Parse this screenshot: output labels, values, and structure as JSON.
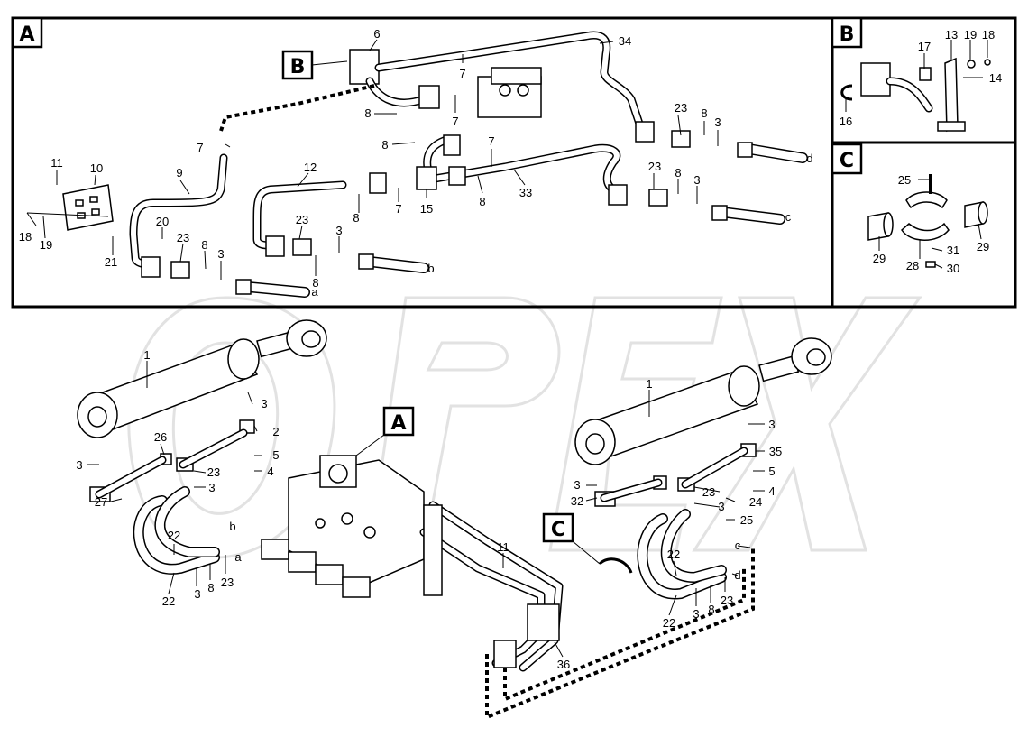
{
  "panels": {
    "A": "A",
    "B": "B",
    "C": "C"
  },
  "watermark": "OPEX",
  "callouts": {
    "main_A": "A",
    "main_B": "B",
    "main_C": "C"
  },
  "labels": {
    "A": [
      {
        "id": "a6",
        "text": "6"
      },
      {
        "id": "a34",
        "text": "34"
      },
      {
        "id": "a7_top",
        "text": "7"
      },
      {
        "id": "a7_b",
        "text": "7"
      },
      {
        "id": "a8_a",
        "text": "8"
      },
      {
        "id": "a7_c",
        "text": "7"
      },
      {
        "id": "a8_b",
        "text": "8"
      },
      {
        "id": "a7_d",
        "text": "7"
      },
      {
        "id": "a23_a",
        "text": "23"
      },
      {
        "id": "a8_c",
        "text": "8"
      },
      {
        "id": "a3_a",
        "text": "3"
      },
      {
        "id": "a_d",
        "text": "d"
      },
      {
        "id": "a11",
        "text": "11"
      },
      {
        "id": "a10",
        "text": "10"
      },
      {
        "id": "a9",
        "text": "9"
      },
      {
        "id": "a12",
        "text": "12"
      },
      {
        "id": "a33",
        "text": "33"
      },
      {
        "id": "a8_d",
        "text": "8"
      },
      {
        "id": "a15",
        "text": "15"
      },
      {
        "id": "a7_e",
        "text": "7"
      },
      {
        "id": "a8_e",
        "text": "8"
      },
      {
        "id": "a23_b",
        "text": "23"
      },
      {
        "id": "a8_f",
        "text": "8"
      },
      {
        "id": "a3_b",
        "text": "3"
      },
      {
        "id": "a_c",
        "text": "c"
      },
      {
        "id": "a18",
        "text": "18"
      },
      {
        "id": "a19",
        "text": "19"
      },
      {
        "id": "a20",
        "text": "20"
      },
      {
        "id": "a21",
        "text": "21"
      },
      {
        "id": "a23_c",
        "text": "23"
      },
      {
        "id": "a8_g",
        "text": "8"
      },
      {
        "id": "a3_c",
        "text": "3"
      },
      {
        "id": "a_a",
        "text": "a"
      },
      {
        "id": "a23_d",
        "text": "23"
      },
      {
        "id": "a3_d",
        "text": "3"
      },
      {
        "id": "a8_h",
        "text": "8"
      },
      {
        "id": "a_b",
        "text": "b"
      }
    ],
    "B": [
      {
        "id": "b13",
        "text": "13"
      },
      {
        "id": "b19",
        "text": "19"
      },
      {
        "id": "b18",
        "text": "18"
      },
      {
        "id": "b17",
        "text": "17"
      },
      {
        "id": "b14",
        "text": "14"
      },
      {
        "id": "b16",
        "text": "16"
      }
    ],
    "C": [
      {
        "id": "c25",
        "text": "25"
      },
      {
        "id": "c29a",
        "text": "29"
      },
      {
        "id": "c29b",
        "text": "29"
      },
      {
        "id": "c31",
        "text": "31"
      },
      {
        "id": "c28",
        "text": "28"
      },
      {
        "id": "c30",
        "text": "30"
      }
    ],
    "main": [
      {
        "id": "m1a",
        "text": "1"
      },
      {
        "id": "m3a",
        "text": "3"
      },
      {
        "id": "m2",
        "text": "2"
      },
      {
        "id": "m5a",
        "text": "5"
      },
      {
        "id": "m4a",
        "text": "4"
      },
      {
        "id": "m26",
        "text": "26"
      },
      {
        "id": "m3b",
        "text": "3"
      },
      {
        "id": "m23a",
        "text": "23"
      },
      {
        "id": "m3c",
        "text": "3"
      },
      {
        "id": "m27",
        "text": "27"
      },
      {
        "id": "m_b",
        "text": "b"
      },
      {
        "id": "m22a",
        "text": "22"
      },
      {
        "id": "m_a",
        "text": "a"
      },
      {
        "id": "m22b",
        "text": "22"
      },
      {
        "id": "m3d",
        "text": "3"
      },
      {
        "id": "m8a",
        "text": "8"
      },
      {
        "id": "m23b",
        "text": "23"
      },
      {
        "id": "m11",
        "text": "11"
      },
      {
        "id": "m36",
        "text": "36"
      },
      {
        "id": "m1b",
        "text": "1"
      },
      {
        "id": "m3e",
        "text": "3"
      },
      {
        "id": "m35",
        "text": "35"
      },
      {
        "id": "m5b",
        "text": "5"
      },
      {
        "id": "m4b",
        "text": "4"
      },
      {
        "id": "m3f",
        "text": "3"
      },
      {
        "id": "m32",
        "text": "32"
      },
      {
        "id": "m23c",
        "text": "23"
      },
      {
        "id": "m24",
        "text": "24"
      },
      {
        "id": "m3g",
        "text": "3"
      },
      {
        "id": "m25",
        "text": "25"
      },
      {
        "id": "m_c",
        "text": "c"
      },
      {
        "id": "m22c",
        "text": "22"
      },
      {
        "id": "m_d",
        "text": "d"
      },
      {
        "id": "m22d",
        "text": "22"
      },
      {
        "id": "m3h",
        "text": "3"
      },
      {
        "id": "m8b",
        "text": "8"
      },
      {
        "id": "m23d",
        "text": "23"
      }
    ]
  }
}
